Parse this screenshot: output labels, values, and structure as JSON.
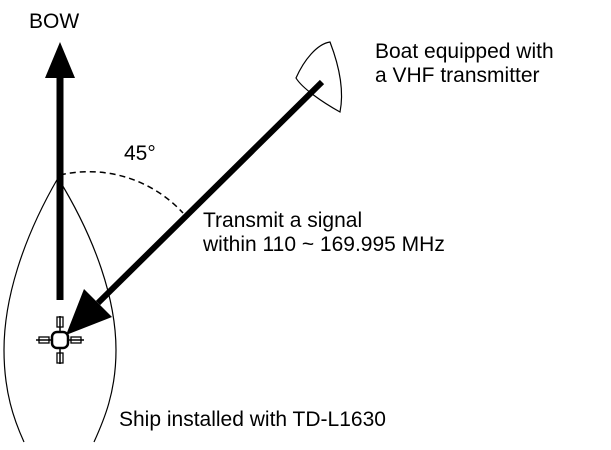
{
  "labels": {
    "bow": "BOW",
    "angle": "45°",
    "boat": [
      "Boat equipped with",
      "a VHF transmitter"
    ],
    "signal": [
      "Transmit a signal",
      "within 110 ~ 169.995 MHz"
    ],
    "ship": "Ship installed with TD-L1630"
  },
  "colors": {
    "ink": "#000000",
    "background": "#ffffff"
  },
  "icons": {
    "bow_arrow": "arrow-up-icon",
    "signal_arrow": "arrow-icon",
    "antenna": "antenna-icon"
  }
}
